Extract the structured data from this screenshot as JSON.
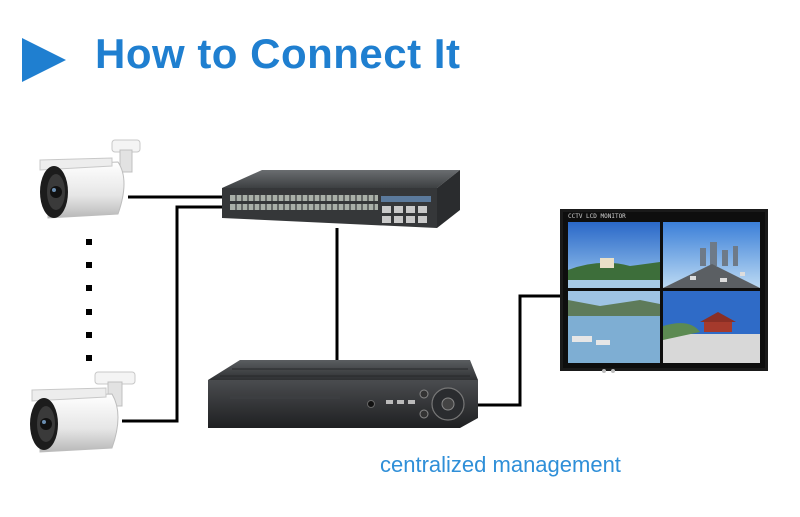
{
  "title": "How to Connect It",
  "caption": "centralized management",
  "monitor": {
    "label": "CCTV LCD MONITOR"
  },
  "colors": {
    "accent": "#1f7fd0",
    "caption": "#2f8fd8",
    "cable": "#000000"
  },
  "icons": {
    "title_marker": "play-triangle-icon",
    "camera": "bullet-camera-icon",
    "switch": "network-switch-icon",
    "recorder": "nvr-icon",
    "monitor": "monitor-icon"
  }
}
